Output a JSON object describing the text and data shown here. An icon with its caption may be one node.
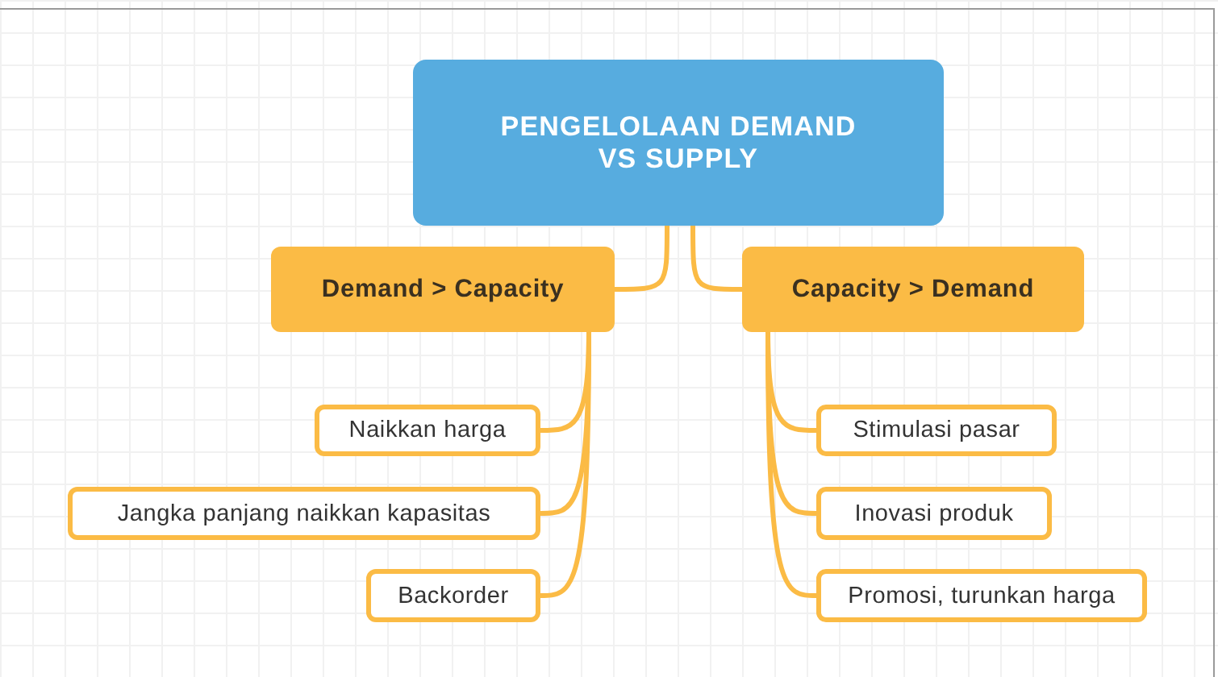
{
  "diagram": {
    "nodes": [
      {
        "text": [
          "PENGELOLAAN DEMAND VS SUPPLY"
        ]
      },
      {
        "text": [
          "Demand > Capacity"
        ]
      },
      {
        "text": [
          "Capacity > Demand"
        ]
      },
      {
        "text": [
          "Naikkan harga"
        ]
      },
      {
        "text": [
          "Jangka panjang naikkan kapasitas"
        ]
      },
      {
        "text": [
          "Backorder"
        ]
      },
      {
        "text": [
          "Stimulasi pasar"
        ]
      },
      {
        "text": [
          "Inovasi produk"
        ]
      },
      {
        "text": [
          "Promosi, turunkan harga"
        ]
      }
    ],
    "edges": [
      {
        "from": 0,
        "to": 1,
        "arrow": "none"
      },
      {
        "from": 0,
        "to": 2,
        "arrow": "none"
      },
      {
        "from": 1,
        "to": 3,
        "arrow": "none"
      },
      {
        "from": 1,
        "to": 4,
        "arrow": "none"
      },
      {
        "from": 1,
        "to": 5,
        "arrow": "none"
      },
      {
        "from": 2,
        "to": 6,
        "arrow": "none"
      },
      {
        "from": 2,
        "to": 7,
        "arrow": "none"
      },
      {
        "from": 2,
        "to": 8,
        "arrow": "none"
      }
    ]
  }
}
